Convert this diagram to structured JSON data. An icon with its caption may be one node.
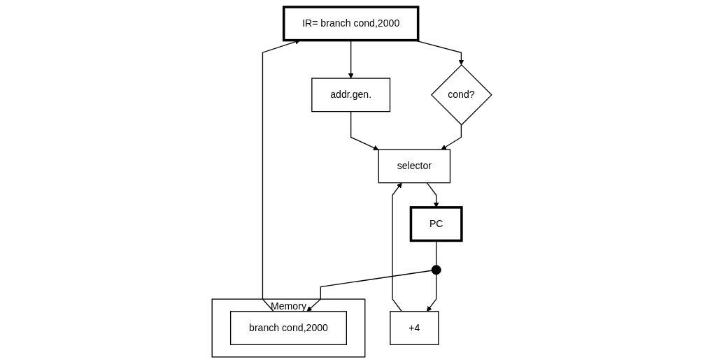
{
  "diagram": {
    "nodes": [
      {
        "text": [
          "IR= branch cond,2000"
        ]
      },
      {
        "text": [
          "+4"
        ]
      },
      {
        "text": [
          "addr.gen."
        ]
      },
      {
        "text": [
          "selector"
        ]
      },
      {
        "text": [
          "cond?"
        ]
      },
      {
        "text": [
          "PC"
        ]
      },
      {
        "text": [],
        "shape": "circle"
      },
      {
        "text": [
          "Memory"
        ]
      },
      {
        "text": [
          "branch cond,2000"
        ],
        "in": 7
      }
    ],
    "edges": [
      {
        "from": 0,
        "to": 2,
        "arrow": "to"
      },
      {
        "from": 0,
        "to": 4,
        "arrow": "to"
      },
      {
        "from": 4,
        "to": 3,
        "arrow": "to"
      },
      {
        "from": 1,
        "to": 3,
        "arrow": "to"
      },
      {
        "from": 2,
        "to": 3,
        "arrow": "to"
      },
      {
        "from": 3,
        "to": 5,
        "arrow": "to"
      },
      {
        "from": 5,
        "to": 6,
        "arrow": "none"
      },
      {
        "from": 6,
        "to": 1,
        "arrow": "to"
      },
      {
        "from": 6,
        "to": 8,
        "arrow": "to"
      },
      {
        "from": 8,
        "to": 0,
        "arrow": "to"
      }
    ]
  }
}
